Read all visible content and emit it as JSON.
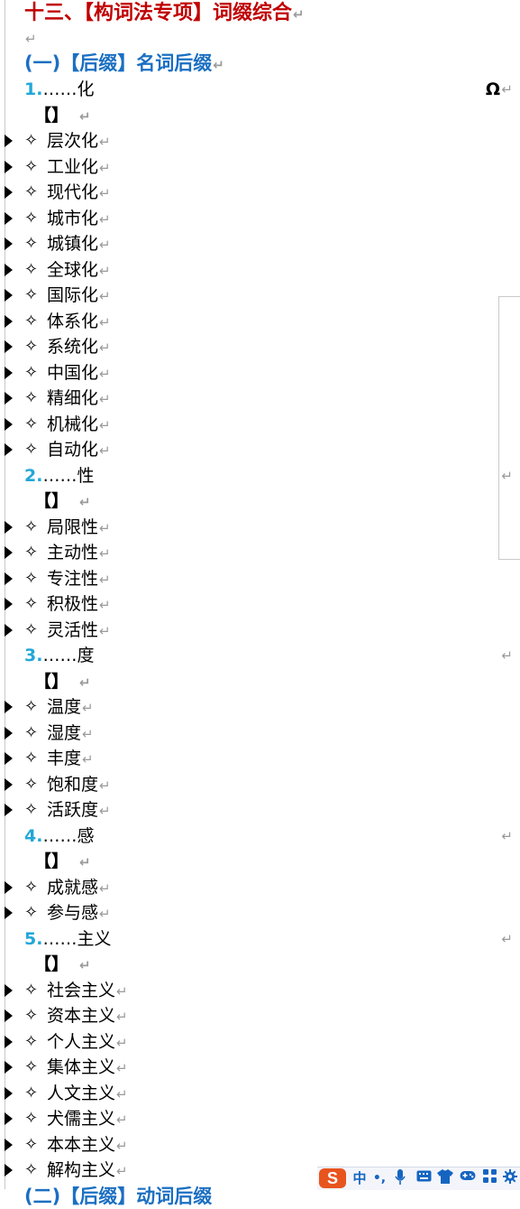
{
  "heading": {
    "title": "十三、【构词法专项】词缀综合"
  },
  "section": {
    "title": "(一)【后缀】名词后缀"
  },
  "symbols": {
    "return": "↵",
    "omega": "Ω",
    "bracket": "【】",
    "bullet": "✧"
  },
  "groups": [
    {
      "num": "1.",
      "suffix": "……化",
      "items": [
        "层次化",
        "工业化",
        "现代化",
        "城市化",
        "城镇化",
        "全球化",
        "国际化",
        "体系化",
        "系统化",
        "中国化",
        "精细化",
        "机械化",
        "自动化"
      ]
    },
    {
      "num": "2.",
      "suffix": "……性",
      "items": [
        "局限性",
        "主动性",
        "专注性",
        "积极性",
        "灵活性"
      ]
    },
    {
      "num": "3.",
      "suffix": "……度",
      "items": [
        "温度",
        "湿度",
        "丰度",
        "饱和度",
        "活跃度"
      ]
    },
    {
      "num": "4.",
      "suffix": "……感",
      "items": [
        "成就感",
        "参与感"
      ]
    },
    {
      "num": "5.",
      "suffix": "……主义",
      "items": [
        "社会主义",
        "资本主义",
        "个人主义",
        "集体主义",
        "人文主义",
        "犬儒主义",
        "本本主义",
        "解构主义"
      ]
    }
  ],
  "next_section_partial": "(二)【后缀】动词后缀",
  "ime_bar": {
    "logo": "S",
    "mode": "中",
    "punct": "•,",
    "icons": [
      "microphone-icon",
      "keyboard-icon",
      "skin-shirt-icon",
      "game-icon",
      "apps-grid-icon",
      "settings-gear-icon"
    ]
  },
  "colors": {
    "heading": "#c00000",
    "section": "#1b6fc2",
    "number": "#22a7d8",
    "ime_brand": "#e8541e",
    "ime_icons": "#1565c0"
  }
}
